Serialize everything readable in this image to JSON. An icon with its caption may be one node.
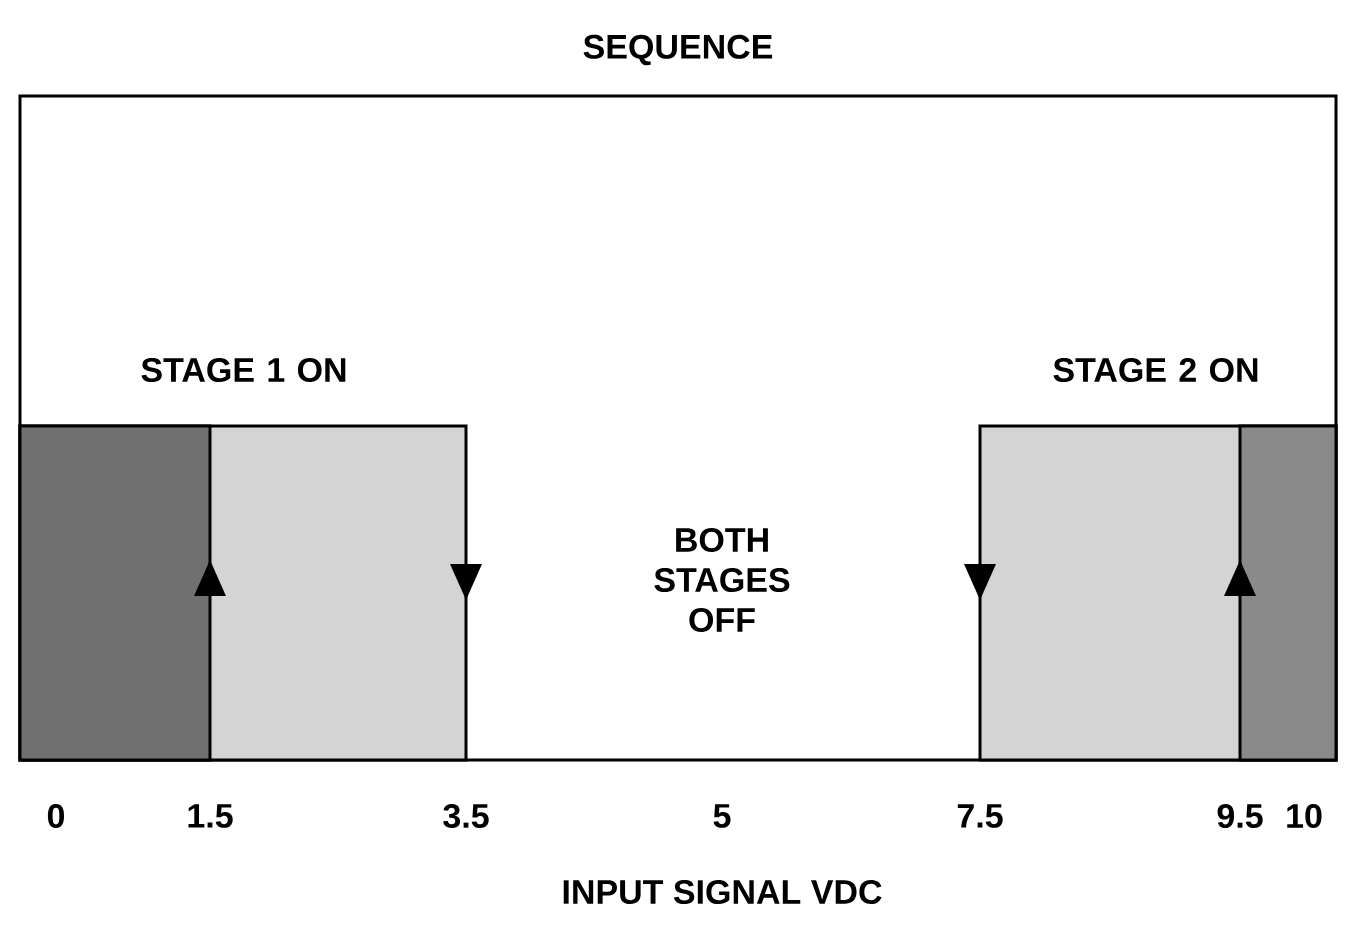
{
  "diagram": {
    "title": "SEQUENCE",
    "nodes": [
      {
        "text": [
          "BOTH STAGES OFF"
        ]
      },
      {
        "text": [
          "STAGE 1 ON"
        ],
        "in": 0
      },
      {
        "text": [
          "STAGE 2 ON"
        ],
        "in": 0
      }
    ],
    "labels": [
      "0",
      "1.5",
      "3.5",
      "5",
      "7.5",
      "9.5",
      "10",
      "INPUT SIGNAL VDC"
    ]
  }
}
